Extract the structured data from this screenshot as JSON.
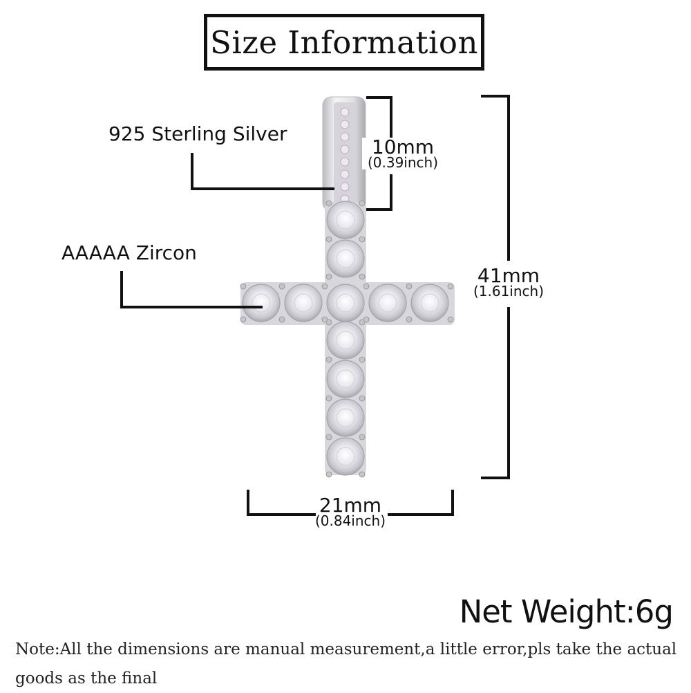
{
  "header": {
    "title": "Size Information"
  },
  "product": {
    "type": "cross pendant",
    "material_label": "925 Sterling Silver",
    "stone_label": "AAAAA Zircon",
    "colors": {
      "metal": "#d9d9dc",
      "stone": "#f2f2f5",
      "line": "#111111"
    }
  },
  "dimensions": {
    "bail": {
      "mm": "10mm",
      "inch": "(0.39inch)"
    },
    "height": {
      "mm": "41mm",
      "inch": "(1.61inch)"
    },
    "width": {
      "mm": "21mm",
      "inch": "(0.84inch)"
    }
  },
  "weight": {
    "label": "Net Weight:6g"
  },
  "note": {
    "text": "Note:All the dimensions are manual measurement,a little error,pls take the actual goods as the final"
  }
}
